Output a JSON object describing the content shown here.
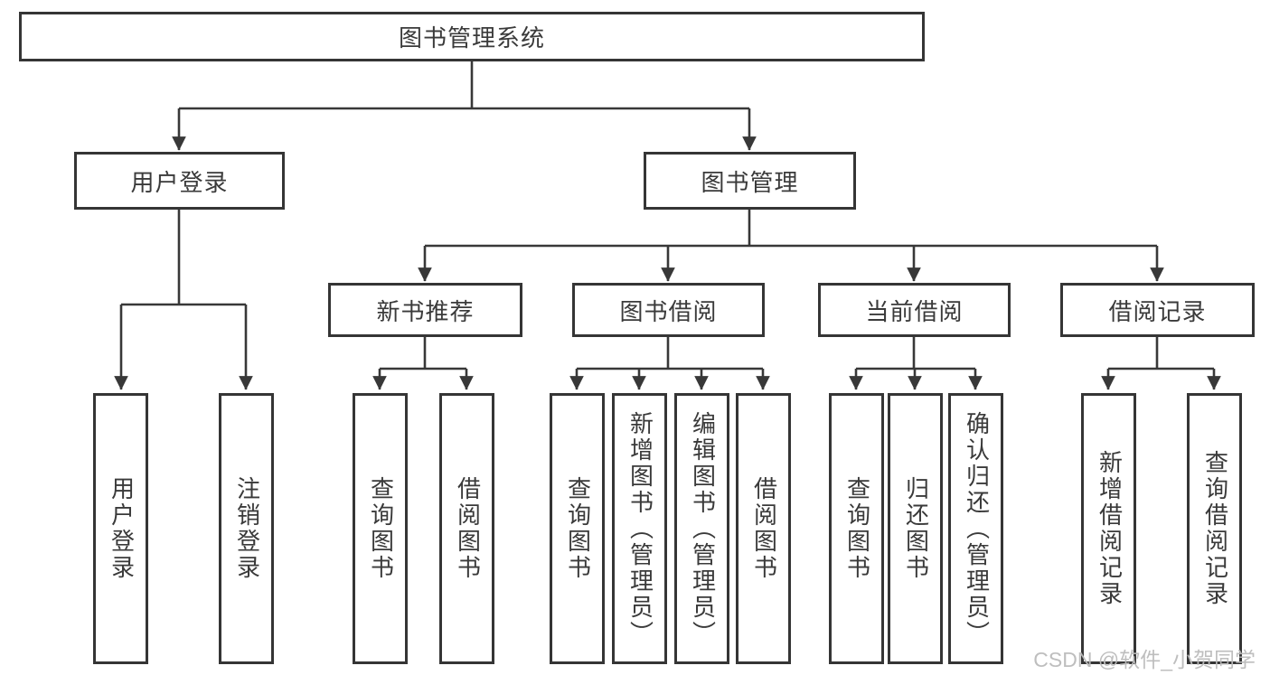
{
  "diagram": {
    "title": "图书管理系统",
    "watermark": "CSDN @软件_小贺同学",
    "colors": {
      "line": "#383838",
      "border": "#353535",
      "text": "#3a3a3a",
      "background": "#ffffff",
      "watermark": "#bababa"
    },
    "nodes": {
      "root": "图书管理系统",
      "userLogin": "用户登录",
      "bookManagement": "图书管理",
      "newBookRecommend": "新书推荐",
      "bookBorrow": "图书借阅",
      "currentBorrow": "当前借阅",
      "borrowRecords": "借阅记录",
      "leafUserLogin": "用户登录",
      "leafLogout": "注销登录",
      "leafQueryBooks1": "查询图书",
      "leafBorrowBooks1": "借阅图书",
      "leafQueryBooks2": "查询图书",
      "leafAddBooks": "新增图书（管理员）",
      "leafEditBooks": "编辑图书（管理员）",
      "leafBorrowBooks2": "借阅图书",
      "leafQueryBooks3": "查询图书",
      "leafReturnBooks": "归还图书",
      "leafConfirmReturn": "确认归还（管理员）",
      "leafAddBorrowRecord": "新增借阅记录",
      "leafQueryBorrowRecord": "查询借阅记录"
    },
    "hierarchy": {
      "图书管理系统": {
        "用户登录": [
          "用户登录",
          "注销登录"
        ],
        "图书管理": {
          "新书推荐": [
            "查询图书",
            "借阅图书"
          ],
          "图书借阅": [
            "查询图书",
            "新增图书（管理员）",
            "编辑图书（管理员）",
            "借阅图书"
          ],
          "当前借阅": [
            "查询图书",
            "归还图书",
            "确认归还（管理员）"
          ],
          "借阅记录": [
            "新增借阅记录",
            "查询借阅记录"
          ]
        }
      }
    }
  }
}
